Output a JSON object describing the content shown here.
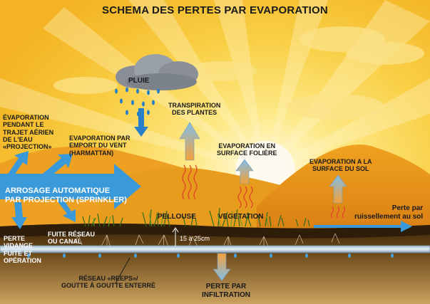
{
  "title": "SCHEMA DES PERTES PAR EVAPORATION",
  "labels": {
    "pluie": "PLUIE",
    "evap_trajet": [
      "ÉVAPORATION",
      "PENDANT LE",
      "TRAJET AÉRIEN",
      "DE L'EAU",
      "«PROJECTION»"
    ],
    "evap_vent": [
      "EVAPORATION PAR",
      "EMPORT DU VENT",
      "(HARMATTAN)"
    ],
    "transpiration": [
      "TRANSPIRATION",
      "DES PLANTES"
    ],
    "evap_foliere": [
      "EVAPORATION EN",
      "SURFACE FOLIÈRE"
    ],
    "evap_sol": [
      "EVAPORATION A LA",
      "SURFACE DU SOL"
    ],
    "arrosage": [
      "ARROSAGE AUTOMATIQUE",
      "PAR PROJECTION (SPRINKLER)"
    ],
    "pelouse": "PELLOUSE",
    "vegetation": "VEGETATION",
    "ruissellement": [
      "Perte par",
      "ruissellement au sol"
    ],
    "perte_vidange": [
      "PERTE",
      "VIDANGE",
      "FUITE ET",
      "OPÉRATION"
    ],
    "fuite_reseau": [
      "FUITE RÉSEAU",
      "OU CANAL"
    ],
    "profondeur": "15 à 25cm",
    "reseau_reeps": [
      "RÉSEAU «REEPS»/",
      "GOUTTE À GOUTTE ENTERRÉ"
    ],
    "infiltration": [
      "PERTE PAR",
      "INFILTRATION"
    ]
  },
  "colors": {
    "sky": "#f7c431",
    "dunes": "#e8951a",
    "soil": "#5a3a12",
    "arrow_blue": "#3a9ad9"
  },
  "icons": [
    "rain-cloud-icon",
    "heat-wave-icon",
    "evaporation-arrow-icon",
    "grass-icon",
    "pipe-icon"
  ]
}
